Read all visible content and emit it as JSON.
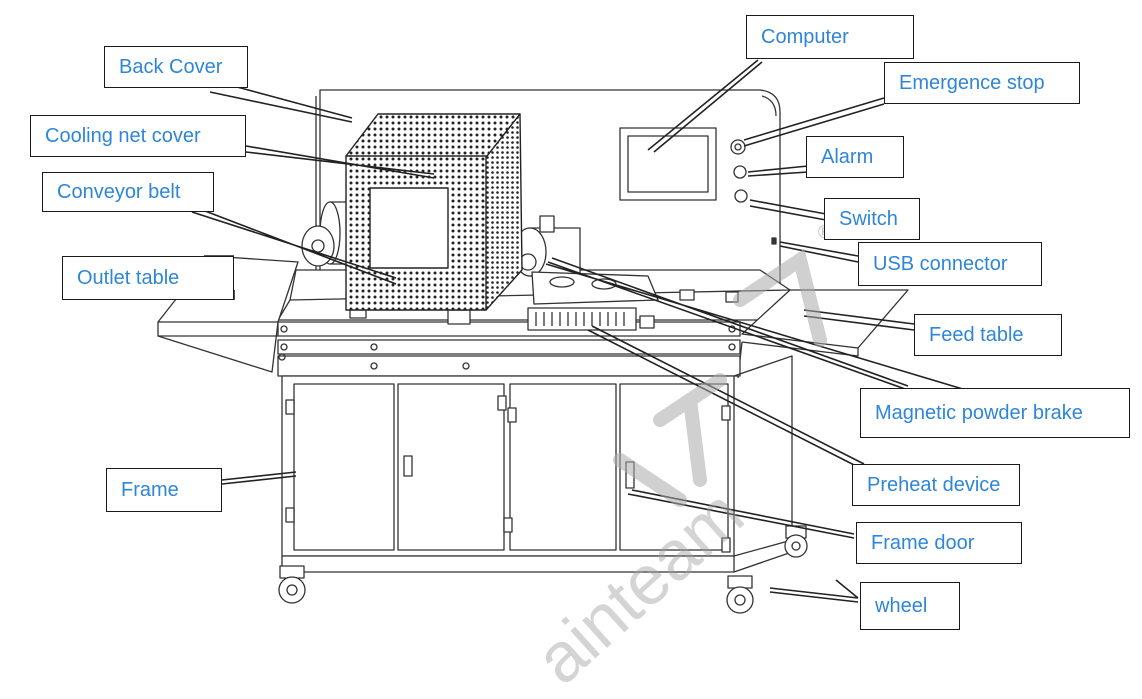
{
  "labels": {
    "back_cover": "Back Cover",
    "cooling_net_cover": "Cooling net cover",
    "conveyor_belt": "Conveyor belt",
    "outlet_table": "Outlet table",
    "frame": "Frame",
    "computer": "Computer",
    "emergence_stop": "Emergence stop",
    "alarm": "Alarm",
    "switch": "Switch",
    "usb_connector": "USB connector",
    "feed_table": "Feed table",
    "magnetic_powder_brake": "Magnetic powder brake",
    "preheat_device": "Preheat device",
    "frame_door": "Frame door",
    "wheel": "wheel"
  },
  "watermark": {
    "text": "ainteam",
    "registered_mark": "®"
  },
  "colors": {
    "label_text": "#2f86d6",
    "label_border": "#1a1a1a",
    "line_art": "#333333",
    "watermark": "#b4b4b4"
  }
}
